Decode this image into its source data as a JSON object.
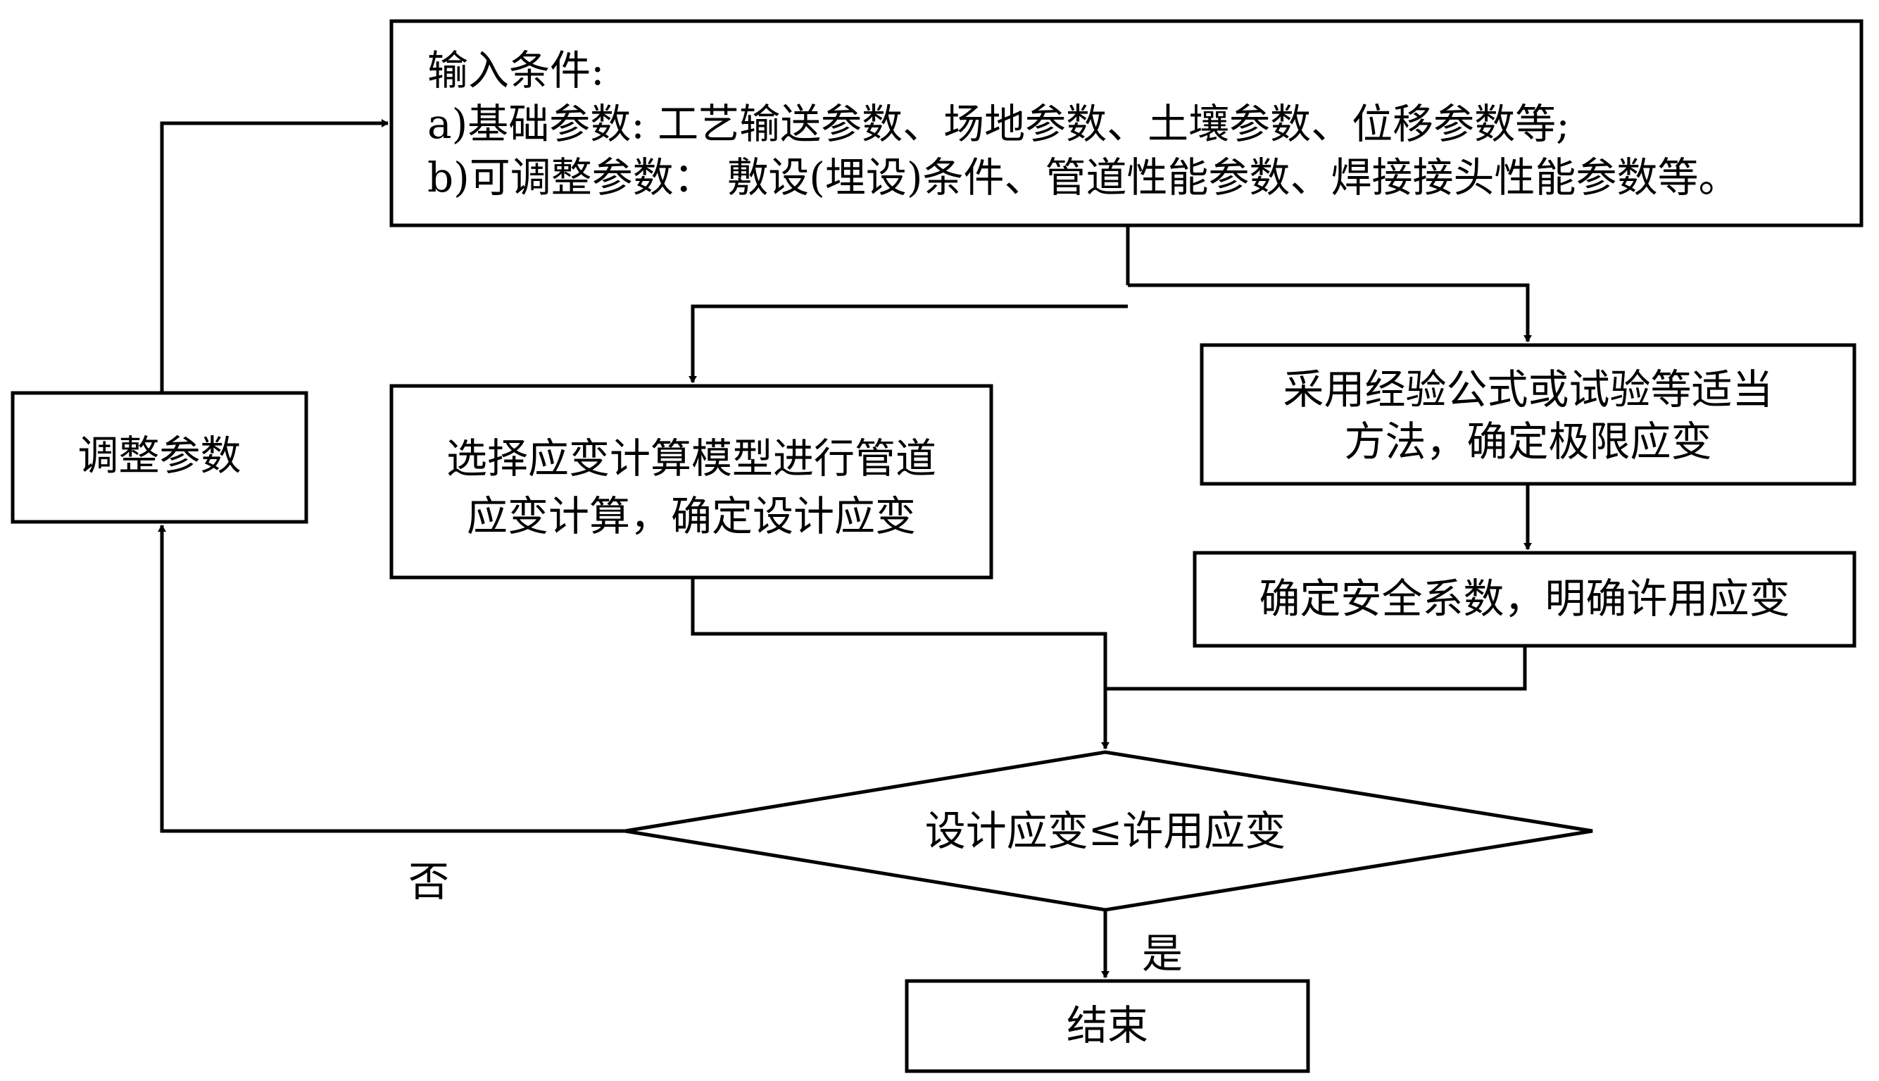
{
  "input_box": {
    "title": "输入条件:",
    "line_a": "a)基础参数: 工艺输送参数、场地参数、土壤参数、位移参数等;",
    "line_b": "b)可调整参数： 敷设(埋设)条件、管道性能参数、焊接接头性能参数等。"
  },
  "adjust_box": {
    "label": "调整参数"
  },
  "strain_calc_box": {
    "line1": "选择应变计算模型进行管道",
    "line2": "应变计算，确定设计应变"
  },
  "limit_strain_box": {
    "line1": "采用经验公式或试验等适当",
    "line2": "方法，确定极限应变"
  },
  "safety_box": {
    "label": "确定安全系数，明确许用应变"
  },
  "decision": {
    "label": "设计应变≤许用应变"
  },
  "no_label": "否",
  "yes_label": "是",
  "end_box": {
    "label": "结束"
  }
}
